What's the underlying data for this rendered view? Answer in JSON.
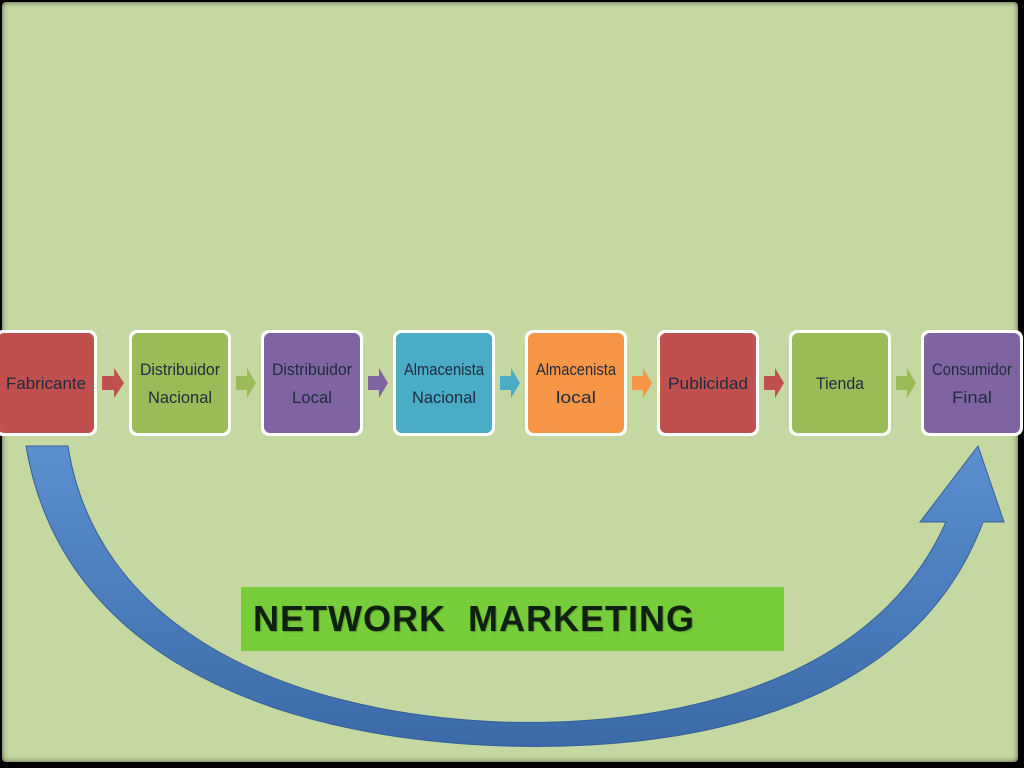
{
  "title": "NETWORK  MARKETING",
  "chain": [
    {
      "lines": [
        "Fabricante"
      ],
      "color": "#c0504d"
    },
    {
      "lines": [
        "Distribuidor",
        "Nacional"
      ],
      "color": "#9bbb59"
    },
    {
      "lines": [
        "Distribuidor",
        "Local"
      ],
      "color": "#8064a2"
    },
    {
      "lines": [
        "Almacenista",
        "Nacional"
      ],
      "color": "#4bacc6"
    },
    {
      "lines": [
        "Almacenista",
        "local"
      ],
      "color": "#f79646"
    },
    {
      "lines": [
        "Publicidad"
      ],
      "color": "#c0504d"
    },
    {
      "lines": [
        "Tienda"
      ],
      "color": "#9bbb59"
    },
    {
      "lines": [
        "Consumidor",
        "Final"
      ],
      "color": "#8064a2"
    }
  ],
  "connector_colors": [
    "#c0504d",
    "#9bbb59",
    "#8064a2",
    "#4bacc6",
    "#f79646",
    "#c0504d",
    "#9bbb59"
  ],
  "colors": {
    "background": "#c5d8a1",
    "curved_arrow": "#4f81bd",
    "title_band": "#77cc3a"
  }
}
